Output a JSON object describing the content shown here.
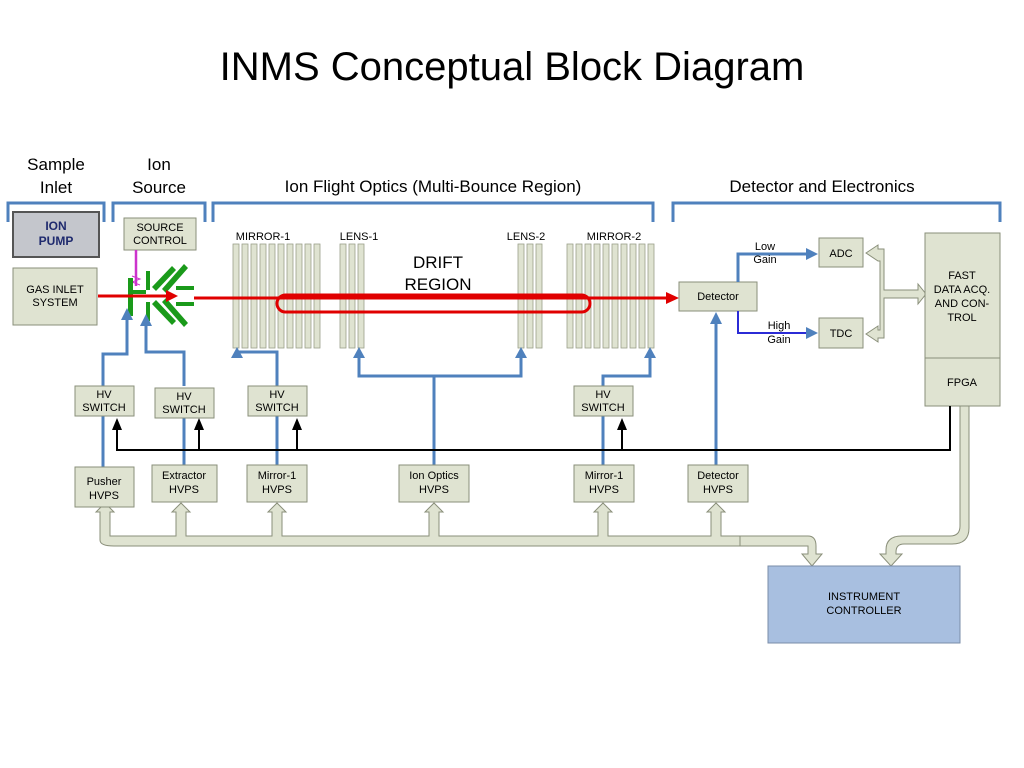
{
  "title": "INMS Conceptual Block Diagram",
  "sections": {
    "sample_inlet": [
      "Sample",
      "Inlet"
    ],
    "ion_source": [
      "Ion",
      "Source"
    ],
    "ion_flight_optics": "Ion Flight Optics (Multi-Bounce Region)",
    "detector_electronics": "Detector and Electronics"
  },
  "ion_pump": [
    "ION",
    "PUMP"
  ],
  "gas_inlet": [
    "GAS INLET",
    "SYSTEM"
  ],
  "source_control": [
    "SOURCE",
    "CONTROL"
  ],
  "optics": {
    "mirror1": "MIRROR-1",
    "lens1": "LENS-1",
    "lens2": "LENS-2",
    "mirror2": "MIRROR-2",
    "drift": [
      "DRIFT",
      "REGION"
    ]
  },
  "detector": "Detector",
  "low_gain": [
    "Low",
    "Gain"
  ],
  "high_gain": [
    "High",
    "Gain"
  ],
  "adc": "ADC",
  "tdc": "TDC",
  "fast_data": [
    "FAST",
    "DATA ACQ.",
    "AND CON-",
    "TROL"
  ],
  "fpga": "FPGA",
  "hv_switch": [
    "HV",
    "SWITCH"
  ],
  "hvps": {
    "pusher": [
      "Pusher",
      "HVPS"
    ],
    "extractor": [
      "Extractor",
      "HVPS"
    ],
    "mirror1a": [
      "Mirror-1",
      "HVPS"
    ],
    "ion_optics": [
      "Ion Optics",
      "HVPS"
    ],
    "mirror1b": [
      "Mirror-1",
      "HVPS"
    ],
    "detector": [
      "Detector",
      "HVPS"
    ]
  },
  "instrument_controller": [
    "INSTRUMENT",
    "CONTROLLER"
  ],
  "colors": {
    "beam": "#e00000",
    "signal_line": "#4f81bd",
    "box_fill": "#dfe3d1",
    "controller_fill": "#a8bfe0",
    "ion_pump_fill": "#c4c6cc",
    "ion_pump_text": "#1f2a6e",
    "source_electrode": "#1a9a1a",
    "filament": "#cc33cc"
  }
}
